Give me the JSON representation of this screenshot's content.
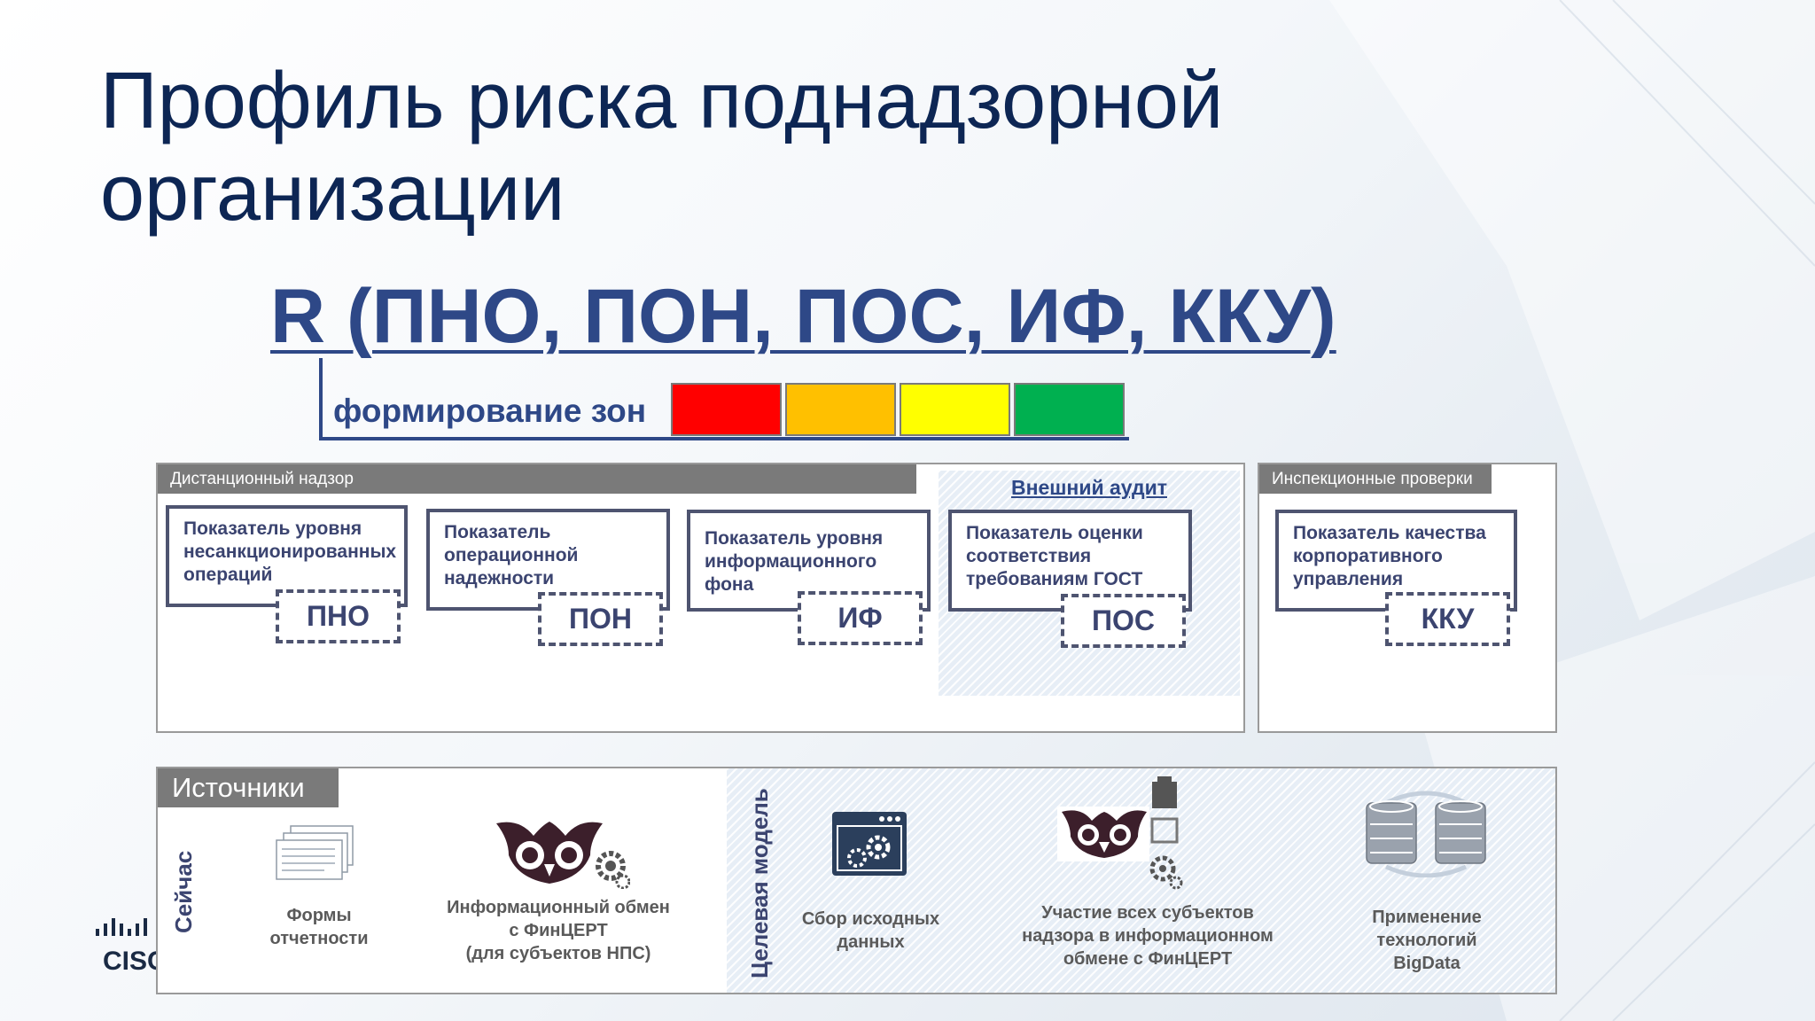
{
  "slide": {
    "title_line1": "Профиль риска поднадзорной",
    "title_line2": "организации",
    "formula": "R (ПНО, ПОН, ПОС, ИФ, ККУ)",
    "zones_label": "формирование зон",
    "zone_colors": [
      "#ff0000",
      "#ffc000",
      "#ffff00",
      "#00b050"
    ]
  },
  "remote": {
    "header": "Дистанционный надзор",
    "indicators": [
      {
        "text": "Показатель уровня\nнесанкционированных\nопераций",
        "code": "ПНО"
      },
      {
        "text": "Показатель\nоперационной\nнадежности",
        "code": "ПОН"
      },
      {
        "text": "Показатель уровня\nинформационного\nфона",
        "code": "ИФ"
      }
    ]
  },
  "audit": {
    "header": "Внешний аудит",
    "indicator": {
      "text": "Показатель оценки\nсоответствия\nтребованиям ГОСТ",
      "code": "ПОС"
    }
  },
  "inspection": {
    "header": "Инспекционные проверки",
    "indicator": {
      "text": "Показатель качества\nкорпоративного\nуправления",
      "code": "ККУ"
    }
  },
  "sources": {
    "header": "Источники",
    "now_label": "Сейчас",
    "target_label": "Целевая модель",
    "now_items": [
      {
        "icon": "report-forms-icon",
        "label": "Формы\nотчетности"
      },
      {
        "icon": "fincert-owl-icon",
        "label": "Информационный обмен\nс ФинЦЕРТ\n(для субъектов НПС)"
      }
    ],
    "target_items": [
      {
        "icon": "data-collection-icon",
        "label": "Сбор исходных\nданных"
      },
      {
        "icon": "fincert-exchange-icon",
        "label": "Участие всех субъектов\nнадзора в информационном\nобмене с ФинЦЕРТ"
      },
      {
        "icon": "database-icon",
        "label": "Применение\nтехнологий\nBigData"
      }
    ]
  },
  "logo": {
    "text": "CISCO",
    "icon": "cisco-logo-icon"
  }
}
